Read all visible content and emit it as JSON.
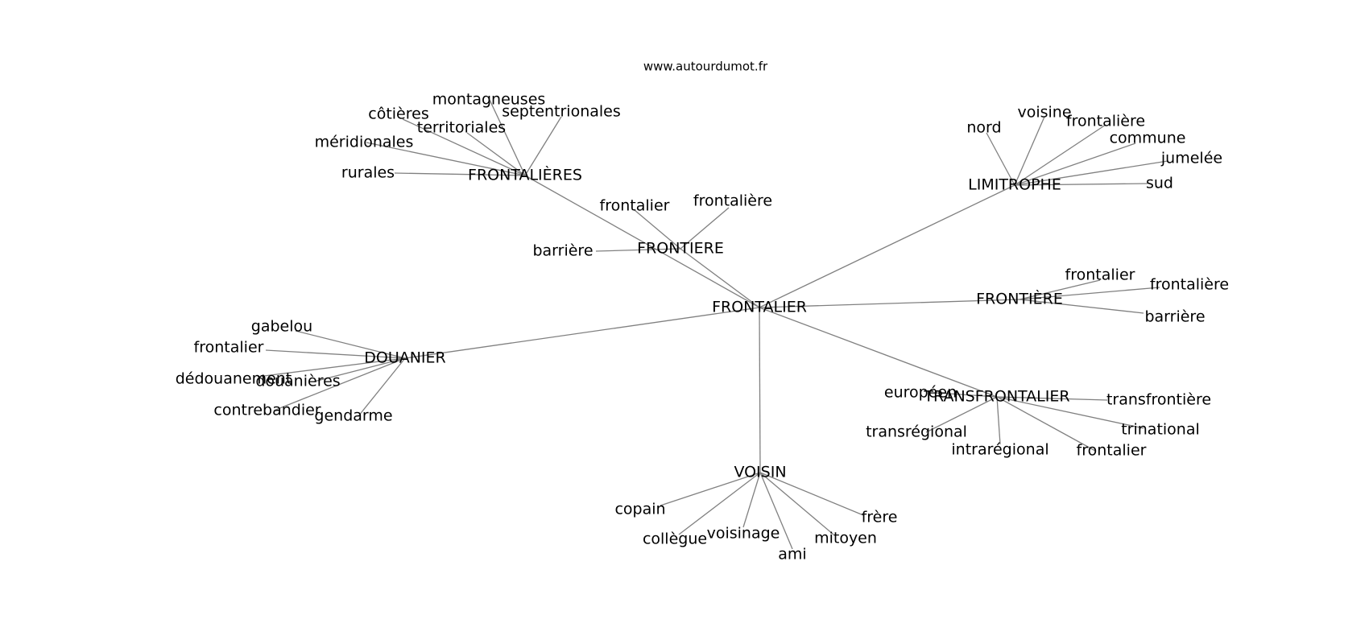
{
  "site": "www.autourdumot.fr",
  "graph": {
    "center": "FRONTALIER",
    "hubs": [
      {
        "label": "FRONTALIÈRES",
        "leaves": [
          "montagneuses",
          "septentrionales",
          "côtières",
          "territoriales",
          "méridionales",
          "rurales"
        ]
      },
      {
        "label": "FRONTIERE",
        "leaves": [
          "frontalier",
          "frontalière",
          "barrière"
        ]
      },
      {
        "label": "LIMITROPHE",
        "leaves": [
          "nord",
          "voisine",
          "frontalière",
          "commune",
          "jumelée",
          "sud"
        ]
      },
      {
        "label": "FRONTIÈRE",
        "leaves": [
          "frontalier",
          "frontalière",
          "barrière"
        ]
      },
      {
        "label": "DOUANIER",
        "leaves": [
          "gabelou",
          "frontalier",
          "dédouanement",
          "douanières",
          "contrebandier",
          "gendarme"
        ]
      },
      {
        "label": "TRANSFRONTALIER",
        "leaves": [
          "européen",
          "transfrontière",
          "transrégional",
          "trinational",
          "intrarégional",
          "frontalier"
        ]
      },
      {
        "label": "VOISIN",
        "leaves": [
          "copain",
          "frère",
          "collègue",
          "voisinage",
          "mitoyen",
          "ami"
        ]
      }
    ]
  }
}
